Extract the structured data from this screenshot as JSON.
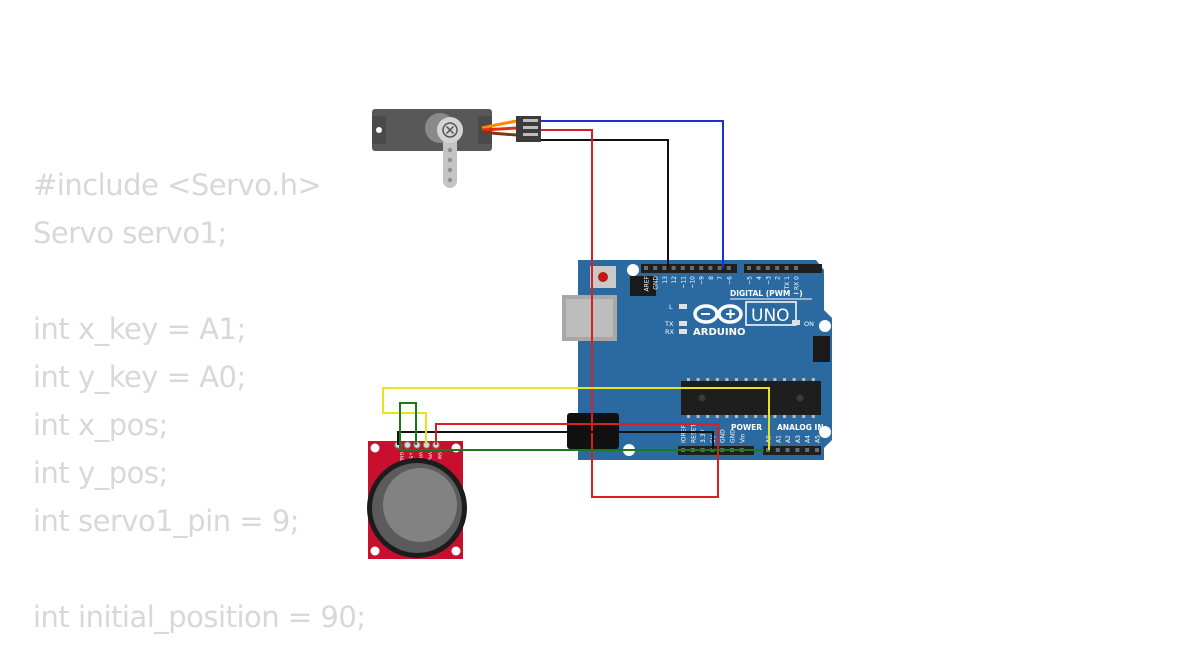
{
  "code_lines": [
    "#include <Servo.h>",
    "Servo servo1;",
    "",
    "int x_key = A1;",
    "int y_key = A0;",
    "int x_pos;",
    "int y_pos;",
    "int servo1_pin = 9;",
    "",
    "int initial_position = 90;"
  ],
  "arduino": {
    "logo_text": "ARDUINO",
    "model": "UNO",
    "digital_label": "DIGITAL (PWM ~)",
    "power_label": "POWER",
    "analog_label": "ANALOG IN",
    "on_label": "ON",
    "l_label": "L",
    "tx_label": "TX",
    "rx_label": "RX",
    "digital_pins": [
      "AREF",
      "GND",
      "13",
      "12",
      "~11",
      "~10",
      "~9",
      "8",
      "7",
      "~6",
      "~5",
      "4",
      "~3",
      "2",
      "TX 1",
      "RX 0"
    ],
    "power_pins": [
      "IOREF",
      "RESET",
      "3.3V",
      "5V",
      "GND",
      "GND",
      "Vin"
    ],
    "analog_pins": [
      "A0",
      "A1",
      "A2",
      "A3",
      "A4",
      "A5"
    ]
  },
  "joystick": {
    "pins": [
      "GND",
      "+5V",
      "VRx",
      "VRy",
      "SW"
    ]
  },
  "colors": {
    "board": "#2b6aa0",
    "wire_red": "#d92020",
    "wire_black": "#111111",
    "wire_blue": "#1c2fd8",
    "wire_yellow": "#e6e61e",
    "wire_green": "#1a7a1a",
    "joystick_pcb": "#c8102e",
    "servo_body": "#5a5a5a",
    "code_text": "#d8d8d8"
  }
}
